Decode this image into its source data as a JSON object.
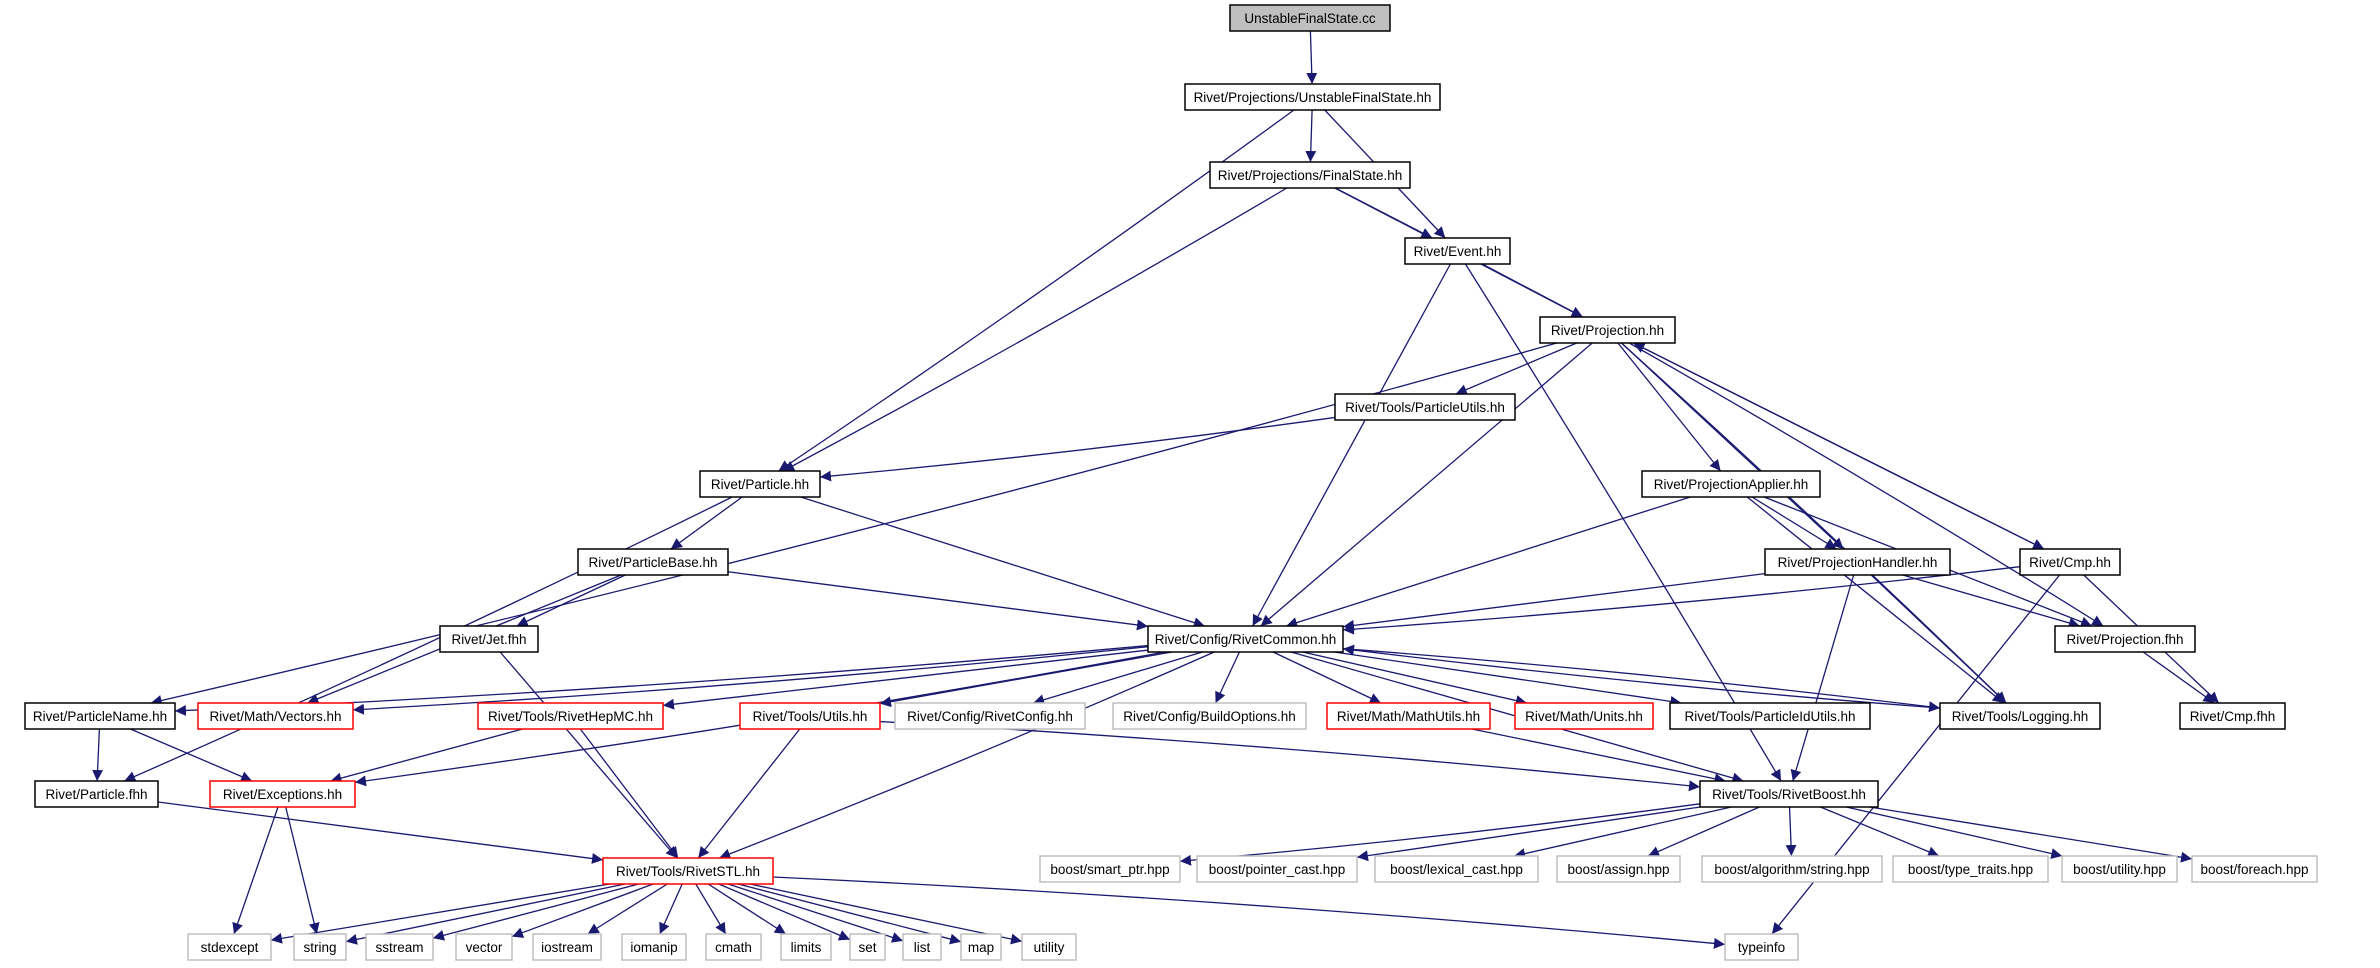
{
  "colors": {
    "edge": "#191970",
    "border_default": "#000000",
    "border_link": "#ff0000",
    "border_external": "#bfbfbf",
    "fill_root": "#bfbfbf",
    "fill_default": "#ffffff"
  },
  "nodes": [
    {
      "id": "unstable_cc",
      "label": "UnstableFinalState.cc",
      "kind": "root"
    },
    {
      "id": "ufs_hh",
      "label": "Rivet/Projections/UnstableFinalState.hh",
      "kind": "normal"
    },
    {
      "id": "fs_hh",
      "label": "Rivet/Projections/FinalState.hh",
      "kind": "normal"
    },
    {
      "id": "event_hh",
      "label": "Rivet/Event.hh",
      "kind": "normal"
    },
    {
      "id": "projection_hh",
      "label": "Rivet/Projection.hh",
      "kind": "normal"
    },
    {
      "id": "particleutils_hh",
      "label": "Rivet/Tools/ParticleUtils.hh",
      "kind": "normal"
    },
    {
      "id": "particle_hh",
      "label": "Rivet/Particle.hh",
      "kind": "normal"
    },
    {
      "id": "projapplier_hh",
      "label": "Rivet/ProjectionApplier.hh",
      "kind": "normal"
    },
    {
      "id": "particlebase_hh",
      "label": "Rivet/ParticleBase.hh",
      "kind": "normal"
    },
    {
      "id": "projhandler_hh",
      "label": "Rivet/ProjectionHandler.hh",
      "kind": "normal"
    },
    {
      "id": "cmp_hh",
      "label": "Rivet/Cmp.hh",
      "kind": "normal"
    },
    {
      "id": "jet_fhh",
      "label": "Rivet/Jet.fhh",
      "kind": "normal"
    },
    {
      "id": "rivetcommon_hh",
      "label": "Rivet/Config/RivetCommon.hh",
      "kind": "normal"
    },
    {
      "id": "projection_fhh",
      "label": "Rivet/Projection.fhh",
      "kind": "normal"
    },
    {
      "id": "particlename_hh",
      "label": "Rivet/ParticleName.hh",
      "kind": "normal"
    },
    {
      "id": "vectors_hh",
      "label": "Rivet/Math/Vectors.hh",
      "kind": "link"
    },
    {
      "id": "rivethepmc_hh",
      "label": "Rivet/Tools/RivetHepMC.hh",
      "kind": "link"
    },
    {
      "id": "utils_hh",
      "label": "Rivet/Tools/Utils.hh",
      "kind": "link"
    },
    {
      "id": "rivetconfig_hh",
      "label": "Rivet/Config/RivetConfig.hh",
      "kind": "external"
    },
    {
      "id": "buildoptions_hh",
      "label": "Rivet/Config/BuildOptions.hh",
      "kind": "external"
    },
    {
      "id": "mathutils_hh",
      "label": "Rivet/Math/MathUtils.hh",
      "kind": "link"
    },
    {
      "id": "units_hh",
      "label": "Rivet/Math/Units.hh",
      "kind": "link"
    },
    {
      "id": "particleidutils_hh",
      "label": "Rivet/Tools/ParticleIdUtils.hh",
      "kind": "normal"
    },
    {
      "id": "logging_hh",
      "label": "Rivet/Tools/Logging.hh",
      "kind": "normal"
    },
    {
      "id": "cmp_fhh",
      "label": "Rivet/Cmp.fhh",
      "kind": "normal"
    },
    {
      "id": "particle_fhh",
      "label": "Rivet/Particle.fhh",
      "kind": "normal"
    },
    {
      "id": "exceptions_hh",
      "label": "Rivet/Exceptions.hh",
      "kind": "link"
    },
    {
      "id": "rivetboost_hh",
      "label": "Rivet/Tools/RivetBoost.hh",
      "kind": "normal"
    },
    {
      "id": "rivetstl_hh",
      "label": "Rivet/Tools/RivetSTL.hh",
      "kind": "link"
    },
    {
      "id": "smart_ptr",
      "label": "boost/smart_ptr.hpp",
      "kind": "external"
    },
    {
      "id": "pointer_cast",
      "label": "boost/pointer_cast.hpp",
      "kind": "external"
    },
    {
      "id": "lexical_cast",
      "label": "boost/lexical_cast.hpp",
      "kind": "external"
    },
    {
      "id": "assign",
      "label": "boost/assign.hpp",
      "kind": "external"
    },
    {
      "id": "algo_string",
      "label": "boost/algorithm/string.hpp",
      "kind": "external"
    },
    {
      "id": "type_traits",
      "label": "boost/type_traits.hpp",
      "kind": "external"
    },
    {
      "id": "utility_hpp",
      "label": "boost/utility.hpp",
      "kind": "external"
    },
    {
      "id": "foreach_hpp",
      "label": "boost/foreach.hpp",
      "kind": "external"
    },
    {
      "id": "stdexcept",
      "label": "stdexcept",
      "kind": "external"
    },
    {
      "id": "string",
      "label": "string",
      "kind": "external"
    },
    {
      "id": "sstream",
      "label": "sstream",
      "kind": "external"
    },
    {
      "id": "vector",
      "label": "vector",
      "kind": "external"
    },
    {
      "id": "iostream",
      "label": "iostream",
      "kind": "external"
    },
    {
      "id": "iomanip",
      "label": "iomanip",
      "kind": "external"
    },
    {
      "id": "cmath",
      "label": "cmath",
      "kind": "external"
    },
    {
      "id": "limits",
      "label": "limits",
      "kind": "external"
    },
    {
      "id": "set",
      "label": "set",
      "kind": "external"
    },
    {
      "id": "list",
      "label": "list",
      "kind": "external"
    },
    {
      "id": "map",
      "label": "map",
      "kind": "external"
    },
    {
      "id": "utility",
      "label": "utility",
      "kind": "external"
    },
    {
      "id": "typeinfo",
      "label": "typeinfo",
      "kind": "external"
    }
  ],
  "edges": [
    [
      "unstable_cc",
      "ufs_hh"
    ],
    [
      "ufs_hh",
      "fs_hh"
    ],
    [
      "ufs_hh",
      "event_hh"
    ],
    [
      "ufs_hh",
      "particle_hh"
    ],
    [
      "fs_hh",
      "event_hh"
    ],
    [
      "fs_hh",
      "projection_hh"
    ],
    [
      "fs_hh",
      "particle_hh"
    ],
    [
      "event_hh",
      "projection_hh"
    ],
    [
      "event_hh",
      "rivetcommon_hh"
    ],
    [
      "event_hh",
      "rivetboost_hh"
    ],
    [
      "projection_hh",
      "particleutils_hh"
    ],
    [
      "projection_hh",
      "projapplier_hh"
    ],
    [
      "projection_hh",
      "projhandler_hh"
    ],
    [
      "projection_hh",
      "cmp_hh"
    ],
    [
      "projection_hh",
      "projection_fhh"
    ],
    [
      "projection_hh",
      "rivetcommon_hh"
    ],
    [
      "projection_hh",
      "logging_hh"
    ],
    [
      "projection_hh",
      "particlename_hh"
    ],
    [
      "particleutils_hh",
      "particle_hh"
    ],
    [
      "particle_hh",
      "particlebase_hh"
    ],
    [
      "particle_hh",
      "rivetcommon_hh"
    ],
    [
      "particle_hh",
      "particle_fhh"
    ],
    [
      "particlebase_hh",
      "jet_fhh"
    ],
    [
      "particlebase_hh",
      "rivetcommon_hh"
    ],
    [
      "particlebase_hh",
      "vectors_hh"
    ],
    [
      "projapplier_hh",
      "projhandler_hh"
    ],
    [
      "projapplier_hh",
      "rivetcommon_hh"
    ],
    [
      "projapplier_hh",
      "projection_fhh"
    ],
    [
      "projapplier_hh",
      "logging_hh"
    ],
    [
      "projhandler_hh",
      "rivetcommon_hh"
    ],
    [
      "projhandler_hh",
      "projection_fhh"
    ],
    [
      "projhandler_hh",
      "logging_hh"
    ],
    [
      "projhandler_hh",
      "rivetboost_hh"
    ],
    [
      "cmp_hh",
      "projection_hh"
    ],
    [
      "cmp_hh",
      "rivetcommon_hh"
    ],
    [
      "cmp_hh",
      "cmp_fhh"
    ],
    [
      "cmp_hh",
      "typeinfo"
    ],
    [
      "jet_fhh",
      "rivetstl_hh"
    ],
    [
      "projection_fhh",
      "cmp_fhh"
    ],
    [
      "rivetcommon_hh",
      "particlename_hh"
    ],
    [
      "rivetcommon_hh",
      "vectors_hh"
    ],
    [
      "rivetcommon_hh",
      "rivethepmc_hh"
    ],
    [
      "rivetcommon_hh",
      "utils_hh"
    ],
    [
      "rivetcommon_hh",
      "rivetconfig_hh"
    ],
    [
      "rivetcommon_hh",
      "buildoptions_hh"
    ],
    [
      "rivetcommon_hh",
      "mathutils_hh"
    ],
    [
      "rivetcommon_hh",
      "units_hh"
    ],
    [
      "rivetcommon_hh",
      "particleidutils_hh"
    ],
    [
      "rivetcommon_hh",
      "logging_hh"
    ],
    [
      "rivetcommon_hh",
      "exceptions_hh"
    ],
    [
      "rivetcommon_hh",
      "rivetboost_hh"
    ],
    [
      "rivetcommon_hh",
      "rivetstl_hh"
    ],
    [
      "logging_hh",
      "rivetcommon_hh"
    ],
    [
      "particlename_hh",
      "particle_fhh"
    ],
    [
      "particlename_hh",
      "exceptions_hh"
    ],
    [
      "rivethepmc_hh",
      "exceptions_hh"
    ],
    [
      "rivethepmc_hh",
      "rivetstl_hh"
    ],
    [
      "utils_hh",
      "rivetstl_hh"
    ],
    [
      "utils_hh",
      "rivetboost_hh"
    ],
    [
      "mathutils_hh",
      "rivetboost_hh"
    ],
    [
      "particle_fhh",
      "rivetstl_hh"
    ],
    [
      "exceptions_hh",
      "stdexcept"
    ],
    [
      "exceptions_hh",
      "string"
    ],
    [
      "rivetboost_hh",
      "smart_ptr"
    ],
    [
      "rivetboost_hh",
      "pointer_cast"
    ],
    [
      "rivetboost_hh",
      "lexical_cast"
    ],
    [
      "rivetboost_hh",
      "assign"
    ],
    [
      "rivetboost_hh",
      "algo_string"
    ],
    [
      "rivetboost_hh",
      "type_traits"
    ],
    [
      "rivetboost_hh",
      "utility_hpp"
    ],
    [
      "rivetboost_hh",
      "foreach_hpp"
    ],
    [
      "rivetstl_hh",
      "stdexcept"
    ],
    [
      "rivetstl_hh",
      "string"
    ],
    [
      "rivetstl_hh",
      "sstream"
    ],
    [
      "rivetstl_hh",
      "vector"
    ],
    [
      "rivetstl_hh",
      "iostream"
    ],
    [
      "rivetstl_hh",
      "iomanip"
    ],
    [
      "rivetstl_hh",
      "cmath"
    ],
    [
      "rivetstl_hh",
      "limits"
    ],
    [
      "rivetstl_hh",
      "set"
    ],
    [
      "rivetstl_hh",
      "list"
    ],
    [
      "rivetstl_hh",
      "map"
    ],
    [
      "rivetstl_hh",
      "utility"
    ],
    [
      "rivetstl_hh",
      "typeinfo"
    ]
  ]
}
